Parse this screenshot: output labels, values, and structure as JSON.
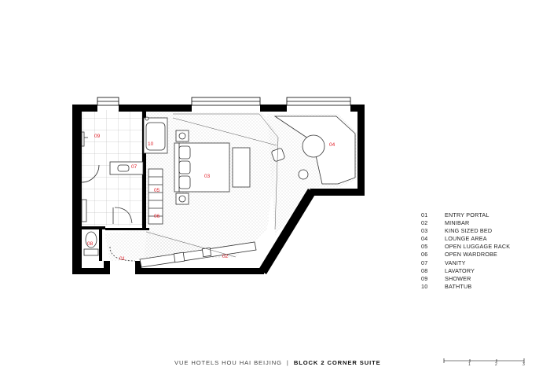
{
  "legend": [
    {
      "num": "01",
      "label": "ENTRY PORTAL"
    },
    {
      "num": "02",
      "label": "MINIBAR"
    },
    {
      "num": "03",
      "label": "KING SIZED BED"
    },
    {
      "num": "04",
      "label": "LOUNGE AREA"
    },
    {
      "num": "05",
      "label": "OPEN LUGGAGE RACK"
    },
    {
      "num": "06",
      "label": "OPEN WARDROBE"
    },
    {
      "num": "07",
      "label": "VANITY"
    },
    {
      "num": "08",
      "label": "LAVATORY"
    },
    {
      "num": "09",
      "label": "SHOWER"
    },
    {
      "num": "10",
      "label": "BATHTUB"
    }
  ],
  "plan_labels": {
    "entry": "01",
    "minibar": "02",
    "bed": "03",
    "lounge": "04",
    "luggage": "05",
    "wardrobe": "06",
    "vanity": "07",
    "lavatory": "08",
    "shower": "09",
    "bathtub": "10"
  },
  "caption": {
    "project": "VUE HOTELS HOU HAI BEIJING",
    "separator": "|",
    "title": "BLOCK 2 CORNER SUITE"
  },
  "scale_bar": {
    "ticks": [
      "1",
      "2",
      "3"
    ]
  },
  "colors": {
    "wall": "#000000",
    "label": "#e0202a",
    "line": "#333333"
  }
}
